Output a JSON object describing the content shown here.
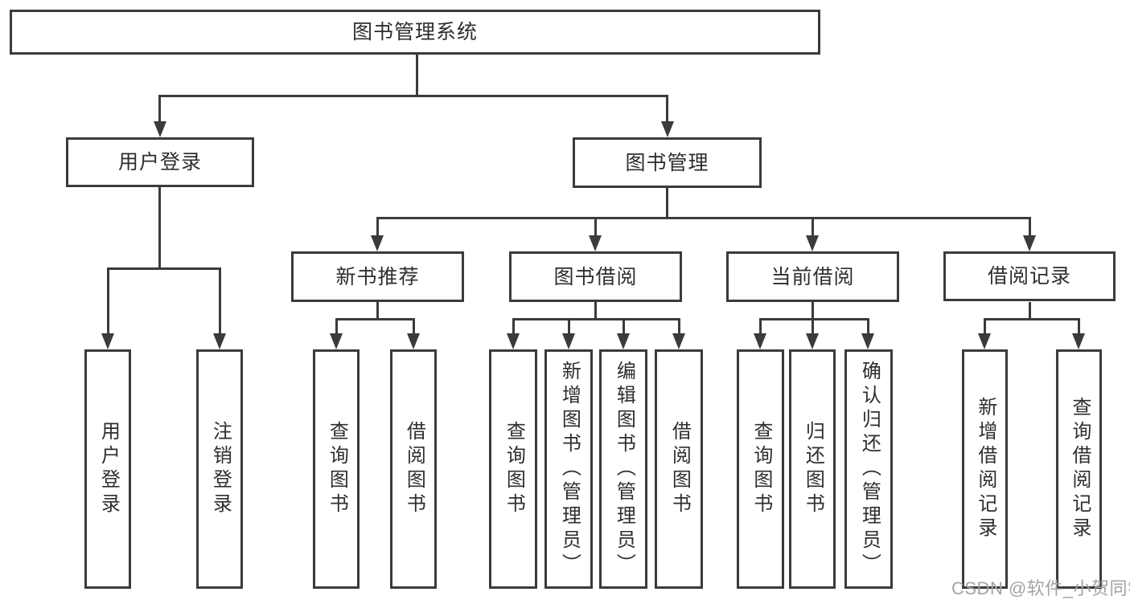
{
  "nodes": {
    "root": "图书管理系统",
    "user_login": "用户登录",
    "book_management": "图书管理",
    "new_book_recommend": "新书推荐",
    "book_borrow": "图书借阅",
    "current_borrow": "当前借阅",
    "borrow_record": "借阅记录",
    "leaf_user_login": "用户登录",
    "leaf_logout": "注销登录",
    "leaf_nbr_query_book": "查询图书",
    "leaf_nbr_borrow_book": "借阅图书",
    "leaf_bb_query_book": "查询图书",
    "leaf_bb_add_book": "新增图书（管理员）",
    "leaf_bb_edit_book": "编辑图书（管理员）",
    "leaf_bb_borrow_book": "借阅图书",
    "leaf_cb_query_book": "查询图书",
    "leaf_cb_return_book": "归还图书",
    "leaf_cb_confirm_return": "确认归还（管理员）",
    "leaf_br_add_record": "新增借阅记录",
    "leaf_br_query_record": "查询借阅记录"
  },
  "watermark": "CSDN @软件_小贺同学",
  "colors": {
    "line": "#3b3b3b",
    "text": "#2e2e2e",
    "watermark": "#a3a3a3",
    "background": "#ffffff"
  }
}
